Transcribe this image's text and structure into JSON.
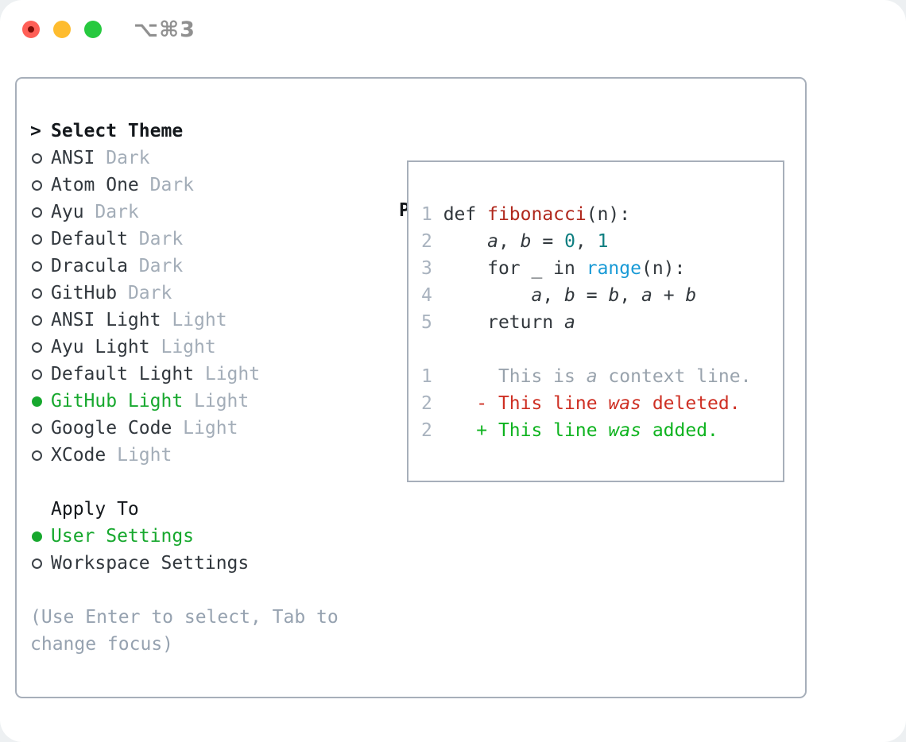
{
  "window": {
    "title": "⌥⌘3",
    "traffic_lights": {
      "close": "close",
      "minimize": "minimize",
      "zoom": "zoom"
    }
  },
  "theme_panel": {
    "header": {
      "prompt": ">",
      "label": "Select Theme"
    },
    "themes": [
      {
        "name": "ANSI",
        "variant": "Dark",
        "selected": false
      },
      {
        "name": "Atom One",
        "variant": "Dark",
        "selected": false
      },
      {
        "name": "Ayu",
        "variant": "Dark",
        "selected": false
      },
      {
        "name": "Default",
        "variant": "Dark",
        "selected": false
      },
      {
        "name": "Dracula",
        "variant": "Dark",
        "selected": false
      },
      {
        "name": "GitHub",
        "variant": "Dark",
        "selected": false
      },
      {
        "name": "ANSI Light",
        "variant": "Light",
        "selected": false
      },
      {
        "name": "Ayu Light",
        "variant": "Light",
        "selected": false
      },
      {
        "name": "Default Light",
        "variant": "Light",
        "selected": false
      },
      {
        "name": "GitHub Light",
        "variant": "Light",
        "selected": true
      },
      {
        "name": "Google Code",
        "variant": "Light",
        "selected": false
      },
      {
        "name": "XCode",
        "variant": "Light",
        "selected": false
      }
    ],
    "apply_to": {
      "label": "Apply To",
      "options": [
        {
          "name": "User Settings",
          "selected": true
        },
        {
          "name": "Workspace Settings",
          "selected": false
        }
      ]
    },
    "hint_lines": [
      "(Use Enter to select, Tab to",
      "change focus)"
    ]
  },
  "preview": {
    "label": "Preview",
    "lines": [
      [
        [
          "lineno",
          "1 "
        ],
        [
          "text",
          "def "
        ],
        [
          "function",
          "fibonacci"
        ],
        [
          "text",
          "(n):"
        ]
      ],
      [
        [
          "lineno",
          "2 "
        ],
        [
          "text",
          "    "
        ],
        [
          "variable",
          "a"
        ],
        [
          "text",
          ", "
        ],
        [
          "variable",
          "b"
        ],
        [
          "text",
          " = "
        ],
        [
          "number",
          "0"
        ],
        [
          "text",
          ", "
        ],
        [
          "number",
          "1"
        ]
      ],
      [
        [
          "lineno",
          "3 "
        ],
        [
          "text",
          "    for _ in "
        ],
        [
          "builtin",
          "range"
        ],
        [
          "text",
          "(n):"
        ]
      ],
      [
        [
          "lineno",
          "4 "
        ],
        [
          "text",
          "        "
        ],
        [
          "variable",
          "a"
        ],
        [
          "text",
          ", "
        ],
        [
          "variable",
          "b"
        ],
        [
          "text",
          " = "
        ],
        [
          "variable",
          "b"
        ],
        [
          "text",
          ", "
        ],
        [
          "variable",
          "a"
        ],
        [
          "text",
          " + "
        ],
        [
          "variable",
          "b"
        ]
      ],
      [
        [
          "lineno",
          "5 "
        ],
        [
          "text",
          "    return "
        ],
        [
          "variable",
          "a"
        ]
      ],
      [],
      [
        [
          "lineno",
          "1 "
        ],
        [
          "context",
          "     This is "
        ],
        [
          "context_em",
          "a"
        ],
        [
          "context",
          " context line."
        ]
      ],
      [
        [
          "lineno",
          "2 "
        ],
        [
          "deleted",
          "   - This line "
        ],
        [
          "deleted_em",
          "was"
        ],
        [
          "deleted",
          " deleted."
        ]
      ],
      [
        [
          "lineno",
          "2 "
        ],
        [
          "added",
          "   + This line "
        ],
        [
          "added_em",
          "was"
        ],
        [
          "added",
          " added."
        ]
      ]
    ]
  },
  "colors": {
    "selection_green": "#17a82e",
    "panel_border": "#a7afba",
    "text_dark": "#31373c",
    "text_muted": "#a3adb8",
    "function_red": "#b0281d",
    "number_teal": "#0e7e80",
    "builtin_blue": "#189ad6",
    "diff_deleted": "#ce2f23",
    "diff_added": "#0eb31f",
    "traffic_red": "#ff5f57",
    "traffic_yellow": "#febc2e",
    "traffic_green": "#27c93f"
  }
}
